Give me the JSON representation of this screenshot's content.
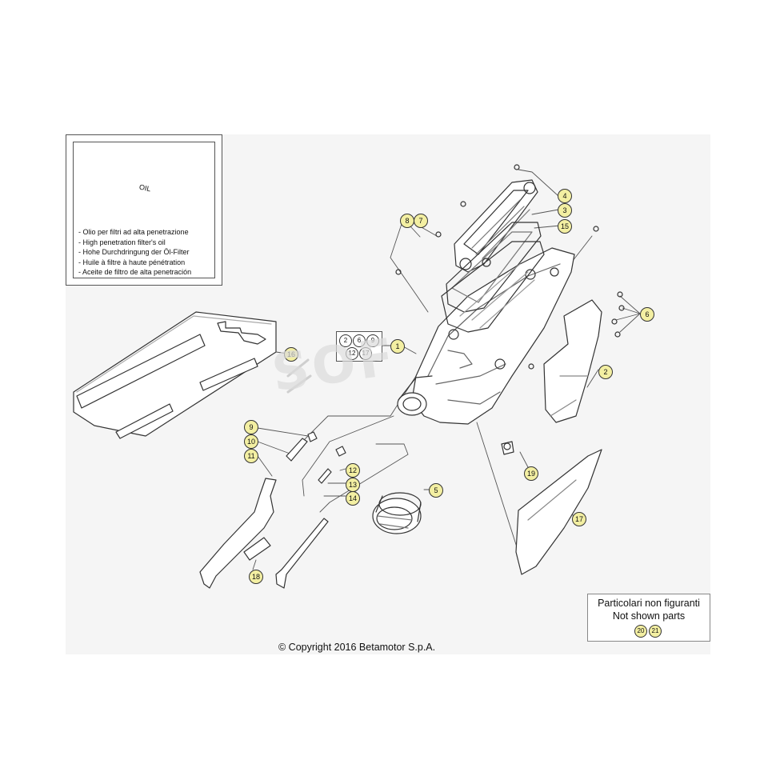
{
  "oil_legend": {
    "icon_label": "OIL",
    "lines": [
      "- Olio per filtri ad alta penetrazione",
      "- High penetration filter's oil",
      "- Hohe Durchdringung der Öl-Filter",
      "- Huile à filtre à haute pénétration",
      "- Aceite de filtro de alta penetración"
    ]
  },
  "group_box": [
    "2",
    "6",
    "9",
    "12",
    "17"
  ],
  "callouts": {
    "c1": "1",
    "c2": "2",
    "c3": "3",
    "c4": "4",
    "c5": "5",
    "c6": "6",
    "c7": "7",
    "c8": "8",
    "c9": "9",
    "c10": "10",
    "c11": "11",
    "c12": "12",
    "c13": "13",
    "c14": "14",
    "c15": "15",
    "c16": "16",
    "c17": "17",
    "c18": "18",
    "c19": "19"
  },
  "not_shown": {
    "line1": "Particolari non figuranti",
    "line2": "Not shown parts",
    "parts": [
      "20",
      "21"
    ]
  },
  "watermark": "SOF",
  "copyright": "© Copyright 2016 Betamotor S.p.A."
}
